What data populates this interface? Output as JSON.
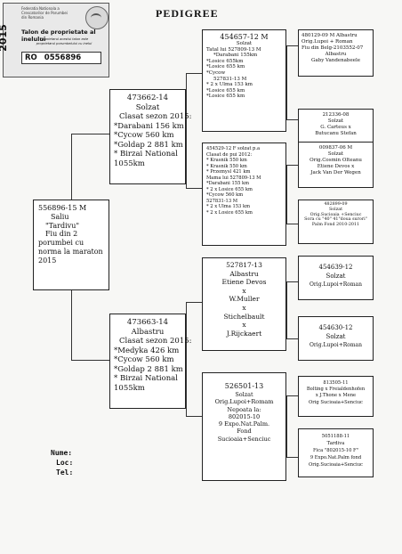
{
  "title": "PEDIGREE",
  "ring_card": {
    "year": "2015",
    "org_lines": [
      "Federatia Nationala a",
      "Crescatorilor de Porumbei",
      "din Romania"
    ],
    "card_title": "Talon de proprietate al inelului",
    "card_sub": [
      "Proprietarul acestui talon este",
      "proprietarul porumbelului cu inelul"
    ],
    "prefix": "RO",
    "number": "0556896"
  },
  "subject": {
    "lines": [
      "556896-15 M",
      "Saliu",
      "\"Tardivu\"",
      "Fiu din 2",
      "porumbei cu",
      "norma la maraton",
      "2015"
    ]
  },
  "sire": {
    "lines": [
      "473662-14",
      "Solzat",
      "Clasat sezon 2015:",
      "*Darabani 156 km",
      "*Cycow 560 km",
      "*Goldap 2 881 km",
      "* Birzai National",
      "1055km"
    ]
  },
  "dam": {
    "lines": [
      "473663-14",
      "Albastru",
      "Clasat sezon 2015:",
      "*Medyka 426 km",
      "*Cycow 560 km",
      "*Goldap 2 881 km",
      "* Birzai National",
      "1055km"
    ]
  },
  "gen2": {
    "ss": {
      "lines": [
        "454657-12 M",
        "Solzat",
        "Tatal lui 527809-13 M",
        "*Darabani 155km",
        "*Losice 655km",
        "*Losice 655 km",
        "*Cycow",
        "527831-13 M",
        "* 2 x Ulma 153 km",
        "*Losice 655 km",
        "*Losice 655 km"
      ]
    },
    "sd": {
      "lines": [
        "454529-12 F solzat p.a",
        "Clasat de pui 2012:",
        "* Krasnik 550 km",
        "* Krasnik 550 km",
        "* Przemysl 421 km",
        "Mama lui 527809-13 M",
        "*Darabani 155 km",
        "* 2 x Losice 655 km",
        "*Cycow 560 km",
        "527831-13 M",
        "* 2 x Ulma 153 km",
        "* 2 x Losice 655 km"
      ]
    },
    "ds": {
      "lines": [
        "527817-13",
        "Albastru",
        "Etiene Devos",
        "x",
        "W.Muller",
        "x",
        "Stichelbault",
        "x",
        "J.Rijckaert"
      ]
    },
    "dd": {
      "lines": [
        "526501-13",
        "Solzat",
        "Orig.Lupoi+Romam",
        "Nepoata la:",
        "802015-10",
        "9 Expo.Nat.Palm.",
        "Fond",
        "Sucioaia+Senciuc"
      ]
    }
  },
  "gen3": [
    {
      "lines": [
        "480129-09 M Albastru",
        "Orig.Lupoi + Roman",
        "Fiu din Belg-2103552-07",
        "Albastru",
        "Gaby Vandenabeele"
      ]
    },
    {
      "lines": [
        "212336-08",
        "Solzat",
        "G. Carteus   x",
        "Butucanu Stefan"
      ]
    },
    {
      "lines": [
        "009837-06 M",
        "Solzat",
        "Orig.Cosmin Olteanu",
        "Etiene Devos  x",
        "Jack Van Der Wegen"
      ]
    },
    {
      "lines": [
        "482899-09",
        "Solzat",
        "Orig.Sucioaia +Senciuc",
        "Sora cu \"40\" 41\"doua surori\"",
        "Palm Fond  2010-2011"
      ]
    },
    {
      "lines": [
        "454639-12",
        "Solzat",
        "Orig.Lupoi+Roman"
      ]
    },
    {
      "lines": [
        "454630-12",
        "Solzat",
        "Orig.Lupoi+Roman"
      ]
    },
    {
      "lines": [
        "813505-11",
        "Bolting x Freialdenhofen",
        "x J.Thone x Mene",
        "Orig Sucioaia+Senciuc"
      ]
    },
    {
      "lines": [
        "5051188-11",
        "Tardiva",
        "Fica \"802015-10 F\"",
        "9 Expo.Nat.Palm fond",
        "Orig.Sucioaia+Senciuc"
      ]
    }
  ],
  "contact": {
    "name_label": "Nume:",
    "loc_label": "Loc:",
    "tel_label": "Tel:"
  }
}
